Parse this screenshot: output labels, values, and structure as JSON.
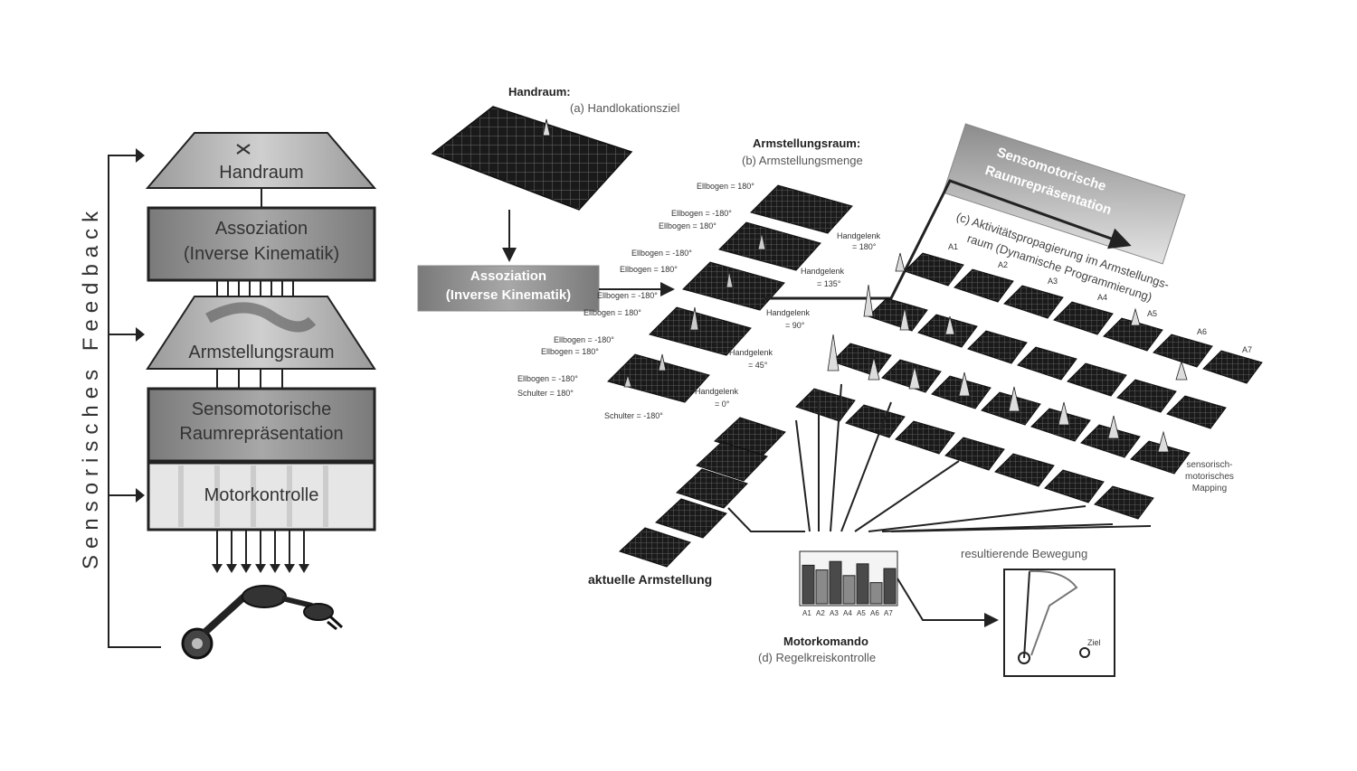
{
  "left_stack": {
    "side_label": "Sensorisches Feedback",
    "handraum": "Handraum",
    "assoziation_l1": "Assoziation",
    "assoziation_l2": "(Inverse Kinematik)",
    "armstellungsraum": "Armstellungsraum",
    "sensomotorische_l1": "Sensomotorische",
    "sensomotorische_l2": "Raumrepräsentation",
    "motorkontrolle": "Motorkontrolle"
  },
  "right_diagram": {
    "handraum_title": "Handraum:",
    "handraum_sub": "(a) Handlokationsziel",
    "assoziation_l1": "Assoziation",
    "assoziation_l2": "(Inverse Kinematik)",
    "armstellungsraum_title": "Armstellungsraum:",
    "armstellungsraum_sub": "(b) Armstellungsmenge",
    "sensomotorische_l1": "Sensomotorische",
    "sensomotorische_l2": "Raumrepräsentation",
    "propagation_l1": "(c) Aktivitätspropagierung im Armstellungs-",
    "propagation_l2": "raum (Dynamische Programmierung)",
    "sensor_mapping_l1": "sensorisch-",
    "sensor_mapping_l2": "motorisches",
    "sensor_mapping_l3": "Mapping",
    "aktuelle": "aktuelle Armstellung",
    "motorkomando": "Motorkomando",
    "regelkreis": "(d) Regelkreiskontrolle",
    "resultierende": "resultierende Bewegung",
    "ziel": "Ziel",
    "labels": {
      "e1": "Ellbogen = 180°",
      "e2a": "Ellbogen = -180°",
      "e2b": "Ellbogen = 180°",
      "e3a": "Ellbogen = -180°",
      "e3b": "Ellbogen = 180°",
      "e4a": "Ellbogen = -180°",
      "e4b": "Ellbogen = 180°",
      "e5a": "Ellbogen = -180°",
      "e5b": "Ellbogen = 180°",
      "s1a": "Ellbogen = -180°",
      "s1b": "Schulter = 180°",
      "s2": "Schulter = -180°",
      "h1a": "Handgelenk",
      "h1b": "= 180°",
      "h2a": "Handgelenk",
      "h2b": "= 135°",
      "h3a": "Handgelenk",
      "h3b": "= 90°",
      "h4a": "Handgelenk",
      "h4b": "= 45°",
      "h5a": "Handgelenk",
      "h5b": "= 0°"
    },
    "a_labels": [
      "A1",
      "A2",
      "A3",
      "A4",
      "A5",
      "A6",
      "A7"
    ],
    "bar_levels": [
      0.82,
      0.72,
      0.9,
      0.6,
      0.85,
      0.45,
      0.75
    ]
  }
}
